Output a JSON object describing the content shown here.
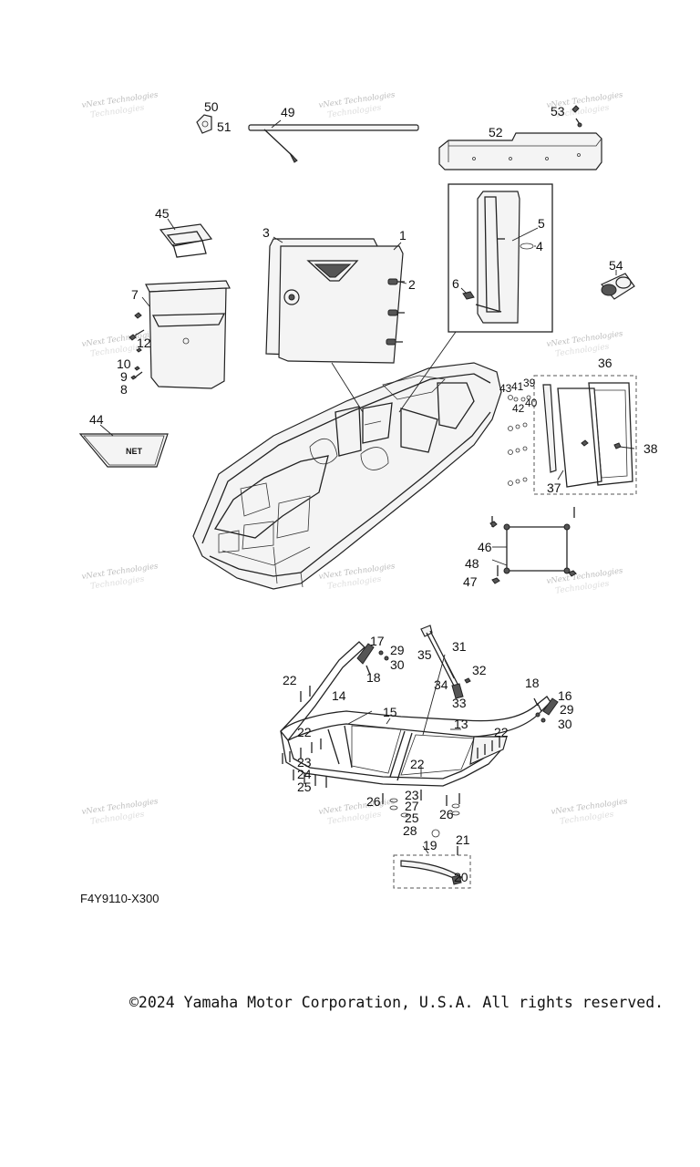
{
  "diagram": {
    "code": "F4Y9110-X300",
    "copyright": "©2024 Yamaha Motor Corporation, U.S.A. All rights reserved.",
    "watermark_line1": "vNext Technologies",
    "watermark_line2": "Technologies",
    "net_label": "NET",
    "callouts": [
      {
        "id": "c1",
        "text": "1"
      },
      {
        "id": "c2",
        "text": "2"
      },
      {
        "id": "c3",
        "text": "3"
      },
      {
        "id": "c4",
        "text": "4"
      },
      {
        "id": "c5",
        "text": "5"
      },
      {
        "id": "c6",
        "text": "6"
      },
      {
        "id": "c7",
        "text": "7"
      },
      {
        "id": "c8",
        "text": "8"
      },
      {
        "id": "c9",
        "text": "9"
      },
      {
        "id": "c10",
        "text": "10"
      },
      {
        "id": "c12",
        "text": "12"
      },
      {
        "id": "c13",
        "text": "13"
      },
      {
        "id": "c14",
        "text": "14"
      },
      {
        "id": "c15",
        "text": "15"
      },
      {
        "id": "c16",
        "text": "16"
      },
      {
        "id": "c17",
        "text": "17"
      },
      {
        "id": "c18a",
        "text": "18"
      },
      {
        "id": "c18b",
        "text": "18"
      },
      {
        "id": "c19",
        "text": "19"
      },
      {
        "id": "c20",
        "text": "20"
      },
      {
        "id": "c21",
        "text": "21"
      },
      {
        "id": "c22a",
        "text": "22"
      },
      {
        "id": "c22b",
        "text": "22"
      },
      {
        "id": "c22c",
        "text": "22"
      },
      {
        "id": "c22d",
        "text": "22"
      },
      {
        "id": "c23a",
        "text": "23"
      },
      {
        "id": "c23b",
        "text": "23"
      },
      {
        "id": "c24",
        "text": "24"
      },
      {
        "id": "c25a",
        "text": "25"
      },
      {
        "id": "c25b",
        "text": "25"
      },
      {
        "id": "c26a",
        "text": "26"
      },
      {
        "id": "c26b",
        "text": "26"
      },
      {
        "id": "c27",
        "text": "27"
      },
      {
        "id": "c28",
        "text": "28"
      },
      {
        "id": "c29a",
        "text": "29"
      },
      {
        "id": "c29b",
        "text": "29"
      },
      {
        "id": "c30a",
        "text": "30"
      },
      {
        "id": "c30b",
        "text": "30"
      },
      {
        "id": "c31",
        "text": "31"
      },
      {
        "id": "c32",
        "text": "32"
      },
      {
        "id": "c33",
        "text": "33"
      },
      {
        "id": "c34",
        "text": "34"
      },
      {
        "id": "c35",
        "text": "35"
      },
      {
        "id": "c36",
        "text": "36"
      },
      {
        "id": "c37",
        "text": "37"
      },
      {
        "id": "c38",
        "text": "38"
      },
      {
        "id": "c39",
        "text": "39"
      },
      {
        "id": "c40",
        "text": "40"
      },
      {
        "id": "c41",
        "text": "41"
      },
      {
        "id": "c42",
        "text": "42"
      },
      {
        "id": "c43",
        "text": "43"
      },
      {
        "id": "c44",
        "text": "44"
      },
      {
        "id": "c45",
        "text": "45"
      },
      {
        "id": "c46",
        "text": "46"
      },
      {
        "id": "c47",
        "text": "47"
      },
      {
        "id": "c48",
        "text": "48"
      },
      {
        "id": "c49",
        "text": "49"
      },
      {
        "id": "c50",
        "text": "50"
      },
      {
        "id": "c51",
        "text": "51"
      },
      {
        "id": "c52",
        "text": "52"
      },
      {
        "id": "c53",
        "text": "53"
      },
      {
        "id": "c54",
        "text": "54"
      }
    ]
  }
}
